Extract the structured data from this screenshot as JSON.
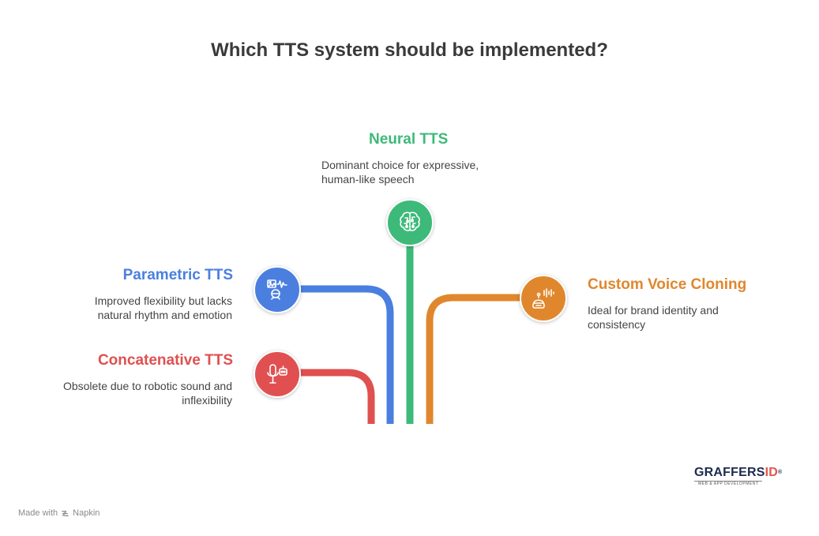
{
  "title": "Which TTS system should be implemented?",
  "colors": {
    "neural": "#3dba79",
    "parametric": "#4a7fe0",
    "concatenative": "#e05050",
    "custom": "#e0872d"
  },
  "options": {
    "neural": {
      "heading": "Neural TTS",
      "description_line1": "Dominant choice for expressive,",
      "description_line2": "human-like speech",
      "icon": "brain-circuit-icon"
    },
    "parametric": {
      "heading": "Parametric TTS",
      "description_line1": "Improved flexibility but lacks",
      "description_line2": "natural rhythm and emotion",
      "icon": "image-waveform-person-icon"
    },
    "concatenative": {
      "heading": "Concatenative TTS",
      "description_line1": "Obsolete due to robotic sound and",
      "description_line2": "inflexibility",
      "icon": "microphone-robot-icon"
    },
    "custom": {
      "heading": "Custom Voice Cloning",
      "description_line1": "Ideal for brand identity and",
      "description_line2": "consistency",
      "icon": "voice-assistant-waveform-icon"
    }
  },
  "footer": {
    "made_with": "Made with",
    "brand": "Napkin"
  },
  "logo": {
    "word": "GRAFFERS",
    "id": "ID",
    "reg": "®",
    "tagline": "WEB & APP DEVELOPMENT"
  }
}
